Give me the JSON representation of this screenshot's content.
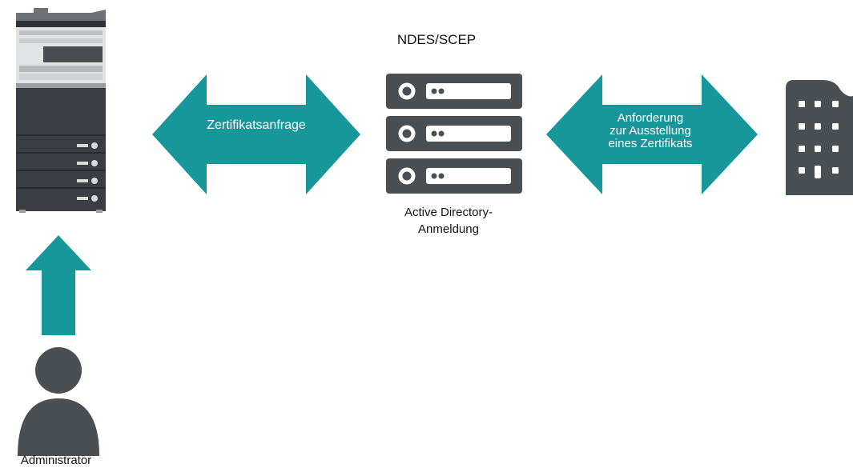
{
  "diagram": {
    "server_title": "NDES/SCEP",
    "arrow_left_label": "Zertifikatsanfrage",
    "server_caption_line1": "Active Directory-",
    "server_caption_line2": "Anmeldung",
    "arrow_right_line1": "Anforderung",
    "arrow_right_line2": "zur Ausstellung",
    "arrow_right_line3": "eines Zertifikats",
    "admin_label": "Administrator"
  },
  "colors": {
    "teal": "#17979a",
    "dark_gray": "#4a4f54",
    "printer_light": "#d9dadc",
    "printer_dark": "#3f4347"
  },
  "icons": {
    "printer": "multifunction-printer-icon",
    "server": "server-stack-icon",
    "building": "office-building-icon",
    "user": "user-silhouette-icon"
  }
}
